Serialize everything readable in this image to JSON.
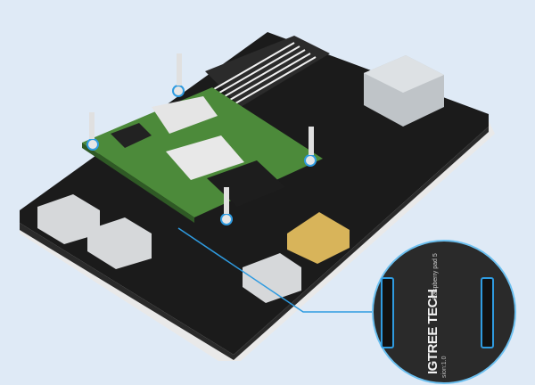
{
  "scene": {
    "background_color": "#dfeaf6",
    "board_color": "#1b1b1b",
    "module_color": "#4c8a3a",
    "highlight_color": "#2f9be0"
  },
  "detail_callout": {
    "brand_text": "IGTREE TECH",
    "model_text": "Raspberry pad 5",
    "version_text": "sion:1.0"
  }
}
